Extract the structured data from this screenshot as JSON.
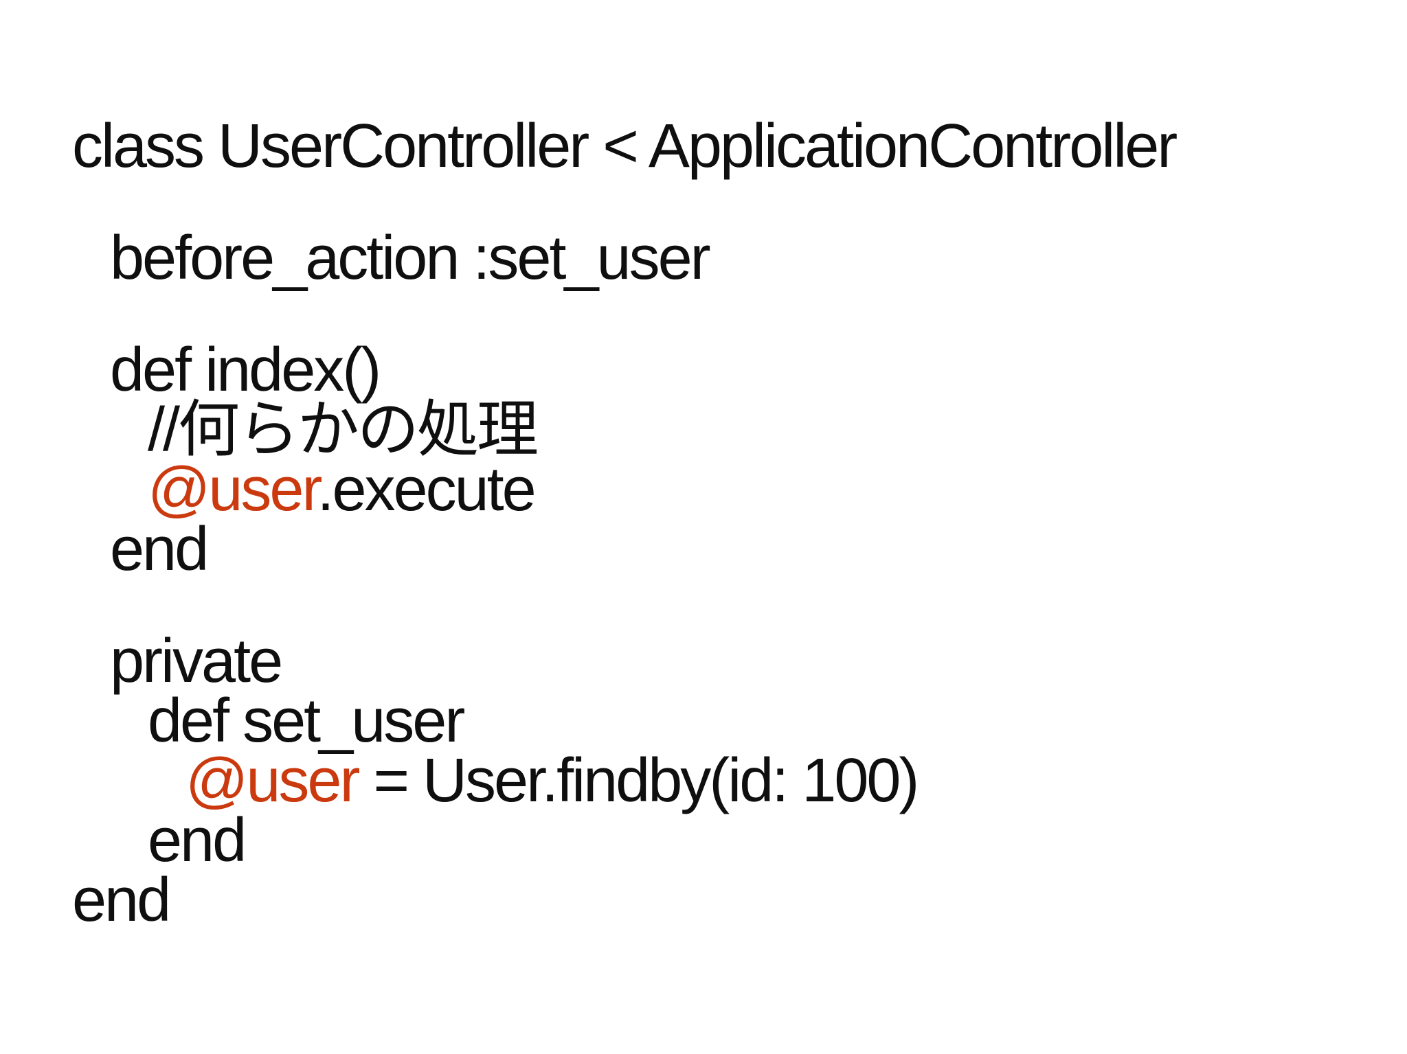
{
  "slide": {
    "background_color": "#ffffff",
    "text_color": "#0f0f0f",
    "accent_color": "#cb3a0f",
    "language": "ruby",
    "lines": [
      {
        "indent": 0,
        "segments": [
          {
            "text": "class UserController < ApplicationController",
            "color": "default"
          }
        ]
      },
      {
        "blank": true
      },
      {
        "indent": 1,
        "segments": [
          {
            "text": "before_action :set_user",
            "color": "default"
          }
        ]
      },
      {
        "blank": true
      },
      {
        "indent": 1,
        "segments": [
          {
            "text": "def index()",
            "color": "default"
          }
        ]
      },
      {
        "indent": 2,
        "segments": [
          {
            "text": "//何らかの処理",
            "color": "default"
          }
        ]
      },
      {
        "indent": 2,
        "segments": [
          {
            "text": "@user",
            "color": "accent"
          },
          {
            "text": ".execute",
            "color": "default"
          }
        ]
      },
      {
        "indent": 1,
        "segments": [
          {
            "text": "end",
            "color": "default"
          }
        ]
      },
      {
        "blank": true
      },
      {
        "indent": 1,
        "segments": [
          {
            "text": "private",
            "color": "default"
          }
        ]
      },
      {
        "indent": 2,
        "segments": [
          {
            "text": "def set_user",
            "color": "default"
          }
        ]
      },
      {
        "indent": 3,
        "segments": [
          {
            "text": "@user",
            "color": "accent"
          },
          {
            "text": " = User.findby(id: 100)",
            "color": "default"
          }
        ]
      },
      {
        "indent": 2,
        "segments": [
          {
            "text": "end",
            "color": "default"
          }
        ]
      },
      {
        "indent": 0,
        "segments": [
          {
            "text": "end",
            "color": "default"
          }
        ]
      }
    ]
  }
}
